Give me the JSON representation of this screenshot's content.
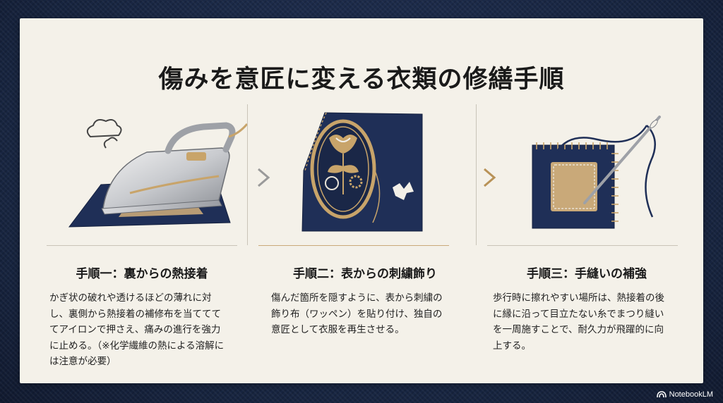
{
  "title": "傷みを意匠に変える衣類の修繕手順",
  "steps": [
    {
      "heading": "手順一：裏からの熱接着",
      "body": "かぎ状の破れや透けるほどの薄れに対し、裏側から熱接着の補修布を当ててててアイロンで押さえ、痛みの進行を強力に止める。（※化学繊維の熱による溶解には注意が必要）",
      "icon": "steam-iron-icon"
    },
    {
      "heading": "手順二：表からの刺繍飾り",
      "body": "傷んだ箇所を隠すように、表から刺繍の飾り布（ワッペン）を貼り付け、独自の意匠として衣服を再生させる。",
      "icon": "embroidered-patch-icon"
    },
    {
      "heading": "手順三：手縫いの補強",
      "body": "歩行時に擦れやすい場所は、熱接着の後に縁に沿って目立たない糸でまつり縫いを一周施すことで、耐久力が飛躍的に向上する。",
      "icon": "needle-thread-patch-icon"
    }
  ],
  "branding": {
    "label": "NotebookLM"
  },
  "colors": {
    "denim": "#1e2d52",
    "gold": "#c8a46a",
    "card": "#f4f1e9"
  }
}
